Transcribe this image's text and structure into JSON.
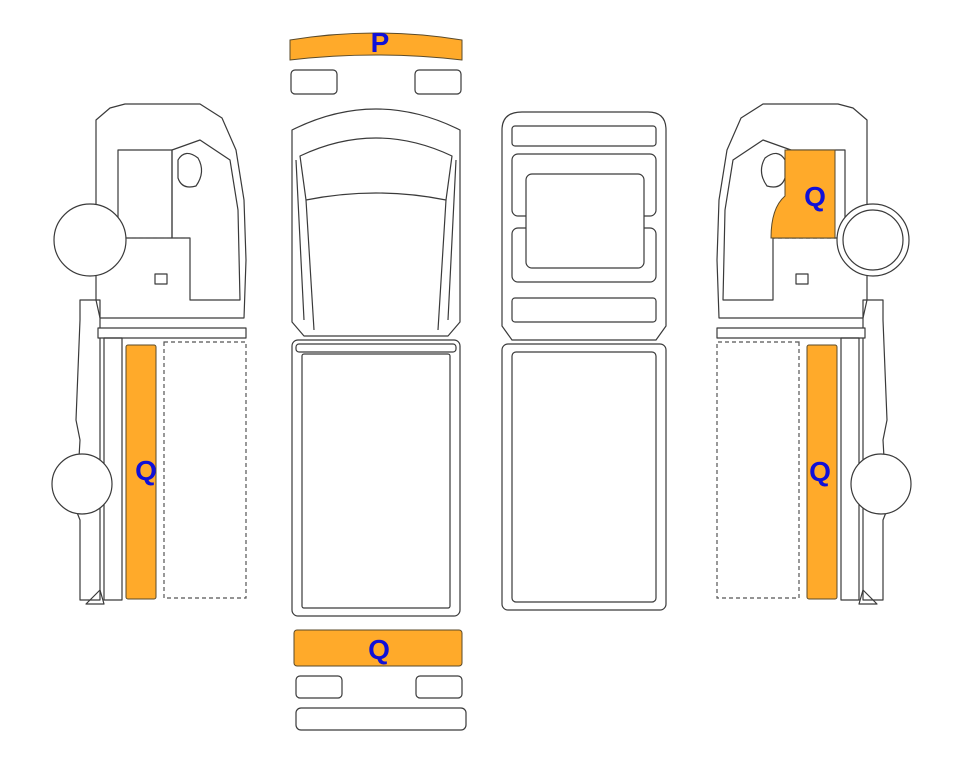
{
  "colors": {
    "highlight": "#FFAA2A",
    "label": "#1010D8",
    "outline": "#3A3A3A"
  },
  "zones": {
    "front_bumper": {
      "label": "P",
      "highlighted": true
    },
    "rear_bumper": {
      "label": "Q",
      "highlighted": true
    },
    "left_cargo_side": {
      "label": "Q",
      "highlighted": true
    },
    "right_cab_door": {
      "label": "Q",
      "highlighted": true
    },
    "right_cargo_side": {
      "label": "Q",
      "highlighted": true
    }
  }
}
